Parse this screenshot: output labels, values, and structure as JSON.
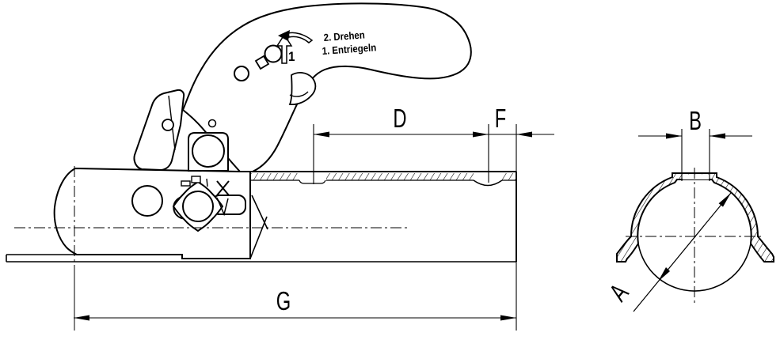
{
  "page": {
    "background_color": "#ffffff",
    "line_color": "#000000"
  },
  "side_view": {
    "instructions": {
      "line1": "2. Drehen",
      "line2": "1. Entriegeln"
    },
    "arrow_step_label": "1",
    "dim_tube_length_label": "D",
    "dim_slot_offset_label": "F",
    "dim_overall_length_label": "G"
  },
  "section_view": {
    "dim_slot_width_label": "B",
    "dim_tube_diameter_label": "A"
  }
}
